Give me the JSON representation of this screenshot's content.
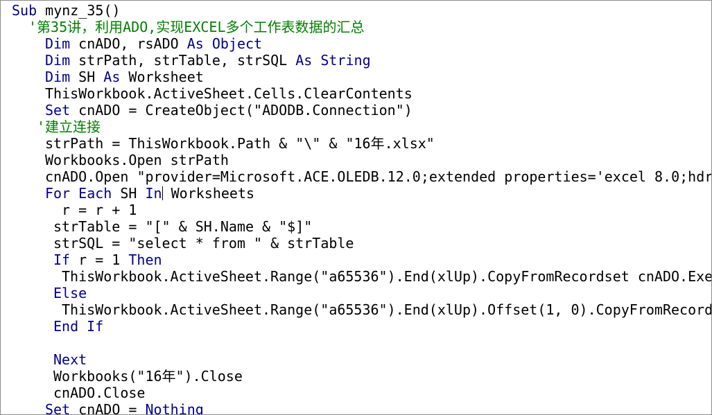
{
  "editor": {
    "language": "VBA",
    "colors": {
      "keyword": "#00008b",
      "comment": "#008000",
      "text": "#000000",
      "background": "#ffffff"
    },
    "lines": [
      {
        "indent": 0,
        "tokens": [
          {
            "t": "Sub",
            "k": "kw"
          },
          {
            "t": " mynz_35()",
            "k": "tx"
          }
        ]
      },
      {
        "indent": 2,
        "tokens": [
          {
            "t": "'第35讲，利用ADO,实现EXCEL多个工作表数据的汇总",
            "k": "cm"
          }
        ]
      },
      {
        "indent": 4,
        "tokens": [
          {
            "t": "Dim",
            "k": "kw"
          },
          {
            "t": " cnADO, rsADO ",
            "k": "tx"
          },
          {
            "t": "As Object",
            "k": "kw"
          }
        ]
      },
      {
        "indent": 4,
        "tokens": [
          {
            "t": "Dim",
            "k": "kw"
          },
          {
            "t": " strPath, strTable, strSQL ",
            "k": "tx"
          },
          {
            "t": "As String",
            "k": "kw"
          }
        ]
      },
      {
        "indent": 4,
        "tokens": [
          {
            "t": "Dim",
            "k": "kw"
          },
          {
            "t": " SH ",
            "k": "tx"
          },
          {
            "t": "As",
            "k": "kw"
          },
          {
            "t": " Worksheet",
            "k": "tx"
          }
        ]
      },
      {
        "indent": 4,
        "tokens": [
          {
            "t": "ThisWorkbook.ActiveSheet.Cells.ClearContents",
            "k": "tx"
          }
        ]
      },
      {
        "indent": 4,
        "tokens": [
          {
            "t": "Set",
            "k": "kw"
          },
          {
            "t": " cnADO = CreateObject(\"ADODB.Connection\")",
            "k": "tx"
          }
        ]
      },
      {
        "indent": 3,
        "tokens": [
          {
            "t": "'建立连接",
            "k": "cm"
          }
        ]
      },
      {
        "indent": 4,
        "tokens": [
          {
            "t": "strPath = ThisWorkbook.Path & \"\\\" & \"16年.xlsx\"",
            "k": "tx"
          }
        ]
      },
      {
        "indent": 4,
        "tokens": [
          {
            "t": "Workbooks.Open strPath",
            "k": "tx"
          }
        ]
      },
      {
        "indent": 4,
        "tokens": [
          {
            "t": "cnADO.Open \"provider=Microsoft.ACE.OLEDB.12.0;extended properties='excel 8.0;hdr",
            "k": "tx"
          }
        ]
      },
      {
        "indent": 4,
        "caret_after": 2,
        "tokens": [
          {
            "t": "For Each",
            "k": "kw"
          },
          {
            "t": " SH ",
            "k": "tx"
          },
          {
            "t": "In",
            "k": "kw"
          },
          {
            "t": " Worksheets",
            "k": "tx"
          }
        ]
      },
      {
        "indent": 6,
        "tokens": [
          {
            "t": "r = r + 1",
            "k": "tx"
          }
        ]
      },
      {
        "indent": 5,
        "tokens": [
          {
            "t": "strTable = \"[\" & SH.Name & \"$]\"",
            "k": "tx"
          }
        ]
      },
      {
        "indent": 5,
        "tokens": [
          {
            "t": "strSQL = \"select * from \" & strTable",
            "k": "tx"
          }
        ]
      },
      {
        "indent": 5,
        "tokens": [
          {
            "t": "If",
            "k": "kw"
          },
          {
            "t": " r = 1 ",
            "k": "tx"
          },
          {
            "t": "Then",
            "k": "kw"
          }
        ]
      },
      {
        "indent": 6,
        "tokens": [
          {
            "t": "ThisWorkbook.ActiveSheet.Range(\"a65536\").End(xlUp).CopyFromRecordset cnADO.Exe",
            "k": "tx"
          }
        ]
      },
      {
        "indent": 5,
        "tokens": [
          {
            "t": "Else",
            "k": "kw"
          }
        ]
      },
      {
        "indent": 6,
        "tokens": [
          {
            "t": "ThisWorkbook.ActiveSheet.Range(\"a65536\").End(xlUp).Offset(1, 0).CopyFromRecord",
            "k": "tx"
          }
        ]
      },
      {
        "indent": 5,
        "tokens": [
          {
            "t": "End If",
            "k": "kw"
          }
        ]
      },
      {
        "indent": 0,
        "tokens": []
      },
      {
        "indent": 5,
        "tokens": [
          {
            "t": "Next",
            "k": "kw"
          }
        ]
      },
      {
        "indent": 5,
        "tokens": [
          {
            "t": "Workbooks(\"16年\").Close",
            "k": "tx"
          }
        ]
      },
      {
        "indent": 5,
        "tokens": [
          {
            "t": "cnADO.Close",
            "k": "tx"
          }
        ]
      },
      {
        "indent": 4,
        "tokens": [
          {
            "t": "Set",
            "k": "kw"
          },
          {
            "t": " cnADO = ",
            "k": "tx"
          },
          {
            "t": "Nothing",
            "k": "kw"
          }
        ]
      }
    ]
  }
}
